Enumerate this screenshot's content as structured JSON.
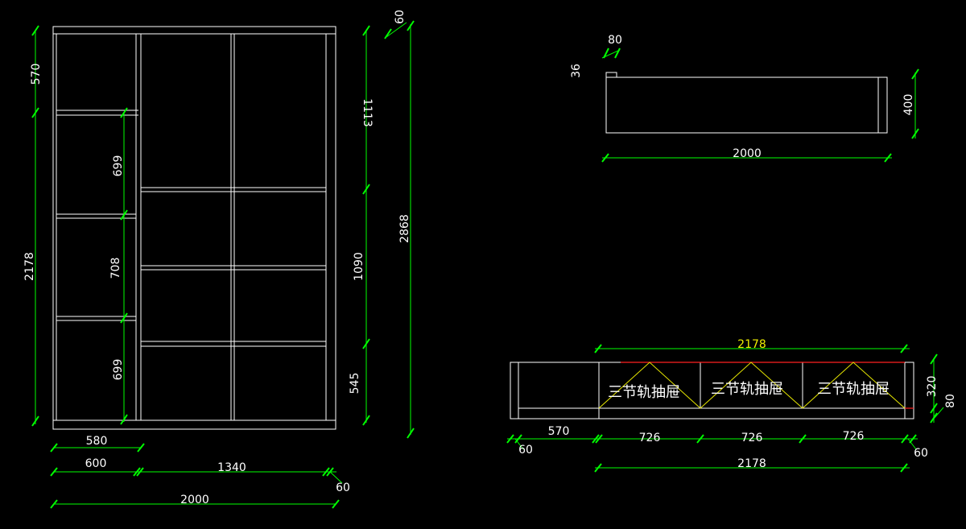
{
  "colors": {
    "background": "#000000",
    "outline": "#ffffff",
    "dimension": "#00ff00",
    "top_dim_text": "#f0f000",
    "rail": "#ff2020",
    "hatch": "#e8e800"
  },
  "front_view": {
    "dims_left": [
      "570",
      "2178"
    ],
    "dims_inner": [
      "699",
      "708",
      "699"
    ],
    "dims_right": [
      "1113",
      "1090",
      "545"
    ],
    "dim_total_height": "2868",
    "dim_top_offset": "60",
    "dims_bottom": {
      "shelf_width": "580",
      "left_width": "600",
      "right_width": "1340",
      "right_edge": "60",
      "total_width": "2000"
    }
  },
  "top_view": {
    "dim_lip_width": "80",
    "dim_lip_height": "36",
    "dim_depth": "400",
    "dim_width": "2000"
  },
  "drawer_view": {
    "dim_top": "2178",
    "drawer_label": "三节轨抽屉",
    "drawer_labels": [
      "三节轨抽屉",
      "三节轨抽屉",
      "三节轨抽屉"
    ],
    "dim_height": "320",
    "dim_base": "80",
    "dim_left_offset": "60",
    "dim_left_open": "570",
    "dim_drawers": [
      "726",
      "726",
      "726"
    ],
    "dim_right_offset": "60",
    "dim_bottom": "2178"
  }
}
